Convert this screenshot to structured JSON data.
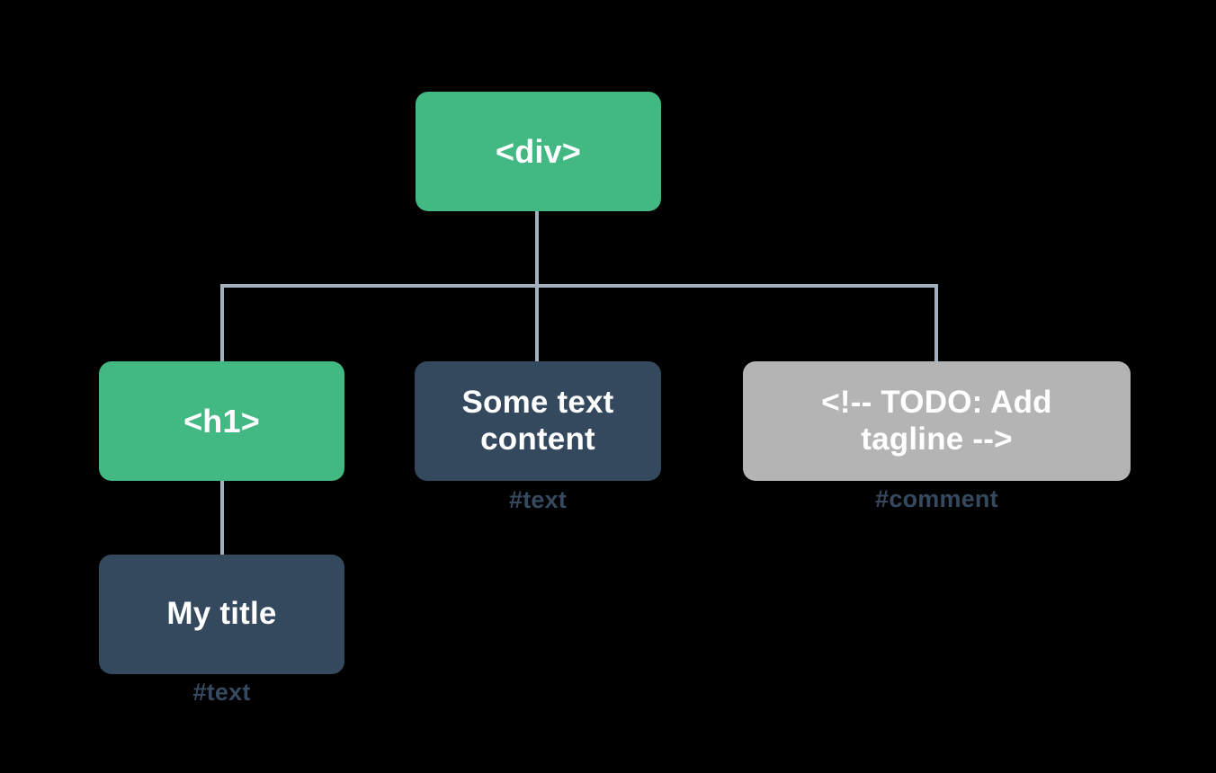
{
  "diagram": {
    "title": "DOM tree diagram",
    "background_color": "#000000",
    "colors": {
      "element_node": "#42b883",
      "text_node": "#35495e",
      "comment_node": "#b4b4b4",
      "connector": "#a2b1bd",
      "node_label": "#ffffff",
      "caption": "#36495e"
    },
    "nodes": {
      "root": {
        "label": "<div>",
        "kind": "element",
        "caption": ""
      },
      "h1": {
        "label": "<h1>",
        "kind": "element",
        "caption": ""
      },
      "some_text": {
        "label": "Some text\ncontent",
        "kind": "text",
        "caption": "#text"
      },
      "comment": {
        "label": "<!-- TODO: Add\ntagline  -->",
        "kind": "comment",
        "caption": "#comment"
      },
      "my_title": {
        "label": "My title",
        "kind": "text",
        "caption": "#text"
      }
    },
    "edges": [
      {
        "from": "root",
        "to": "h1"
      },
      {
        "from": "root",
        "to": "some_text"
      },
      {
        "from": "root",
        "to": "comment"
      },
      {
        "from": "h1",
        "to": "my_title"
      }
    ]
  }
}
